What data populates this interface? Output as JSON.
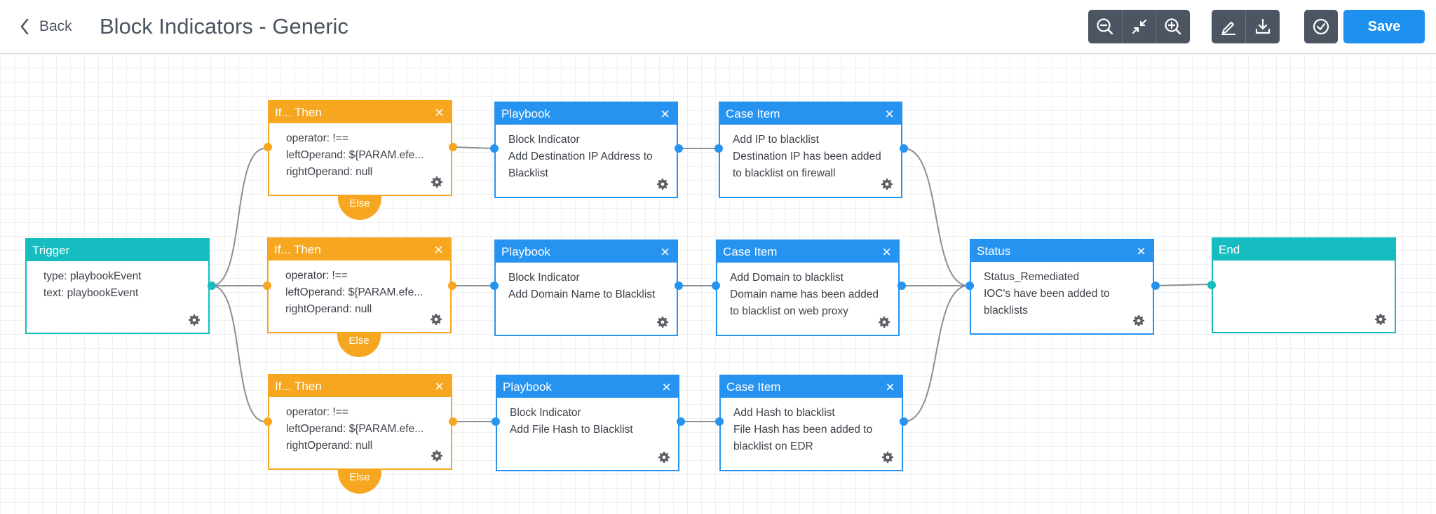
{
  "header": {
    "back_label": "Back",
    "title": "Block Indicators - Generic",
    "save_label": "Save",
    "toolbar_icons": [
      "zoom-out-icon",
      "fit-screen-icon",
      "zoom-in-icon",
      "edit-icon",
      "download-icon",
      "check-circle-icon"
    ]
  },
  "colors": {
    "trigger": "#15bcc0",
    "condition": "#f7a620",
    "action": "#2793f0",
    "toolbar": "#4d5563",
    "save": "#1e90f0"
  },
  "nodes": {
    "trigger": {
      "title": "Trigger",
      "lines": [
        "type: playbookEvent",
        "text: playbookEvent"
      ]
    },
    "if1": {
      "title": "If... Then",
      "else_label": "Else",
      "lines": [
        "operator: !==",
        "leftOperand: ${PARAM.efe...",
        "rightOperand: null"
      ]
    },
    "if2": {
      "title": "If... Then",
      "else_label": "Else",
      "lines": [
        "operator: !==",
        "leftOperand: ${PARAM.efe...",
        "rightOperand: null"
      ]
    },
    "if3": {
      "title": "If... Then",
      "else_label": "Else",
      "lines": [
        "operator: !==",
        "leftOperand: ${PARAM.efe...",
        "rightOperand: null"
      ]
    },
    "pb1": {
      "title": "Playbook",
      "lines": [
        "Block Indicator",
        "Add Destination IP Address to",
        "Blacklist"
      ]
    },
    "pb2": {
      "title": "Playbook",
      "lines": [
        "Block Indicator",
        "Add Domain Name to Blacklist"
      ]
    },
    "pb3": {
      "title": "Playbook",
      "lines": [
        "Block Indicator",
        "Add File Hash to Blacklist"
      ]
    },
    "ci1": {
      "title": "Case Item",
      "lines": [
        "Add IP to blacklist",
        "Destination IP has been added",
        "to blacklist on firewall"
      ]
    },
    "ci2": {
      "title": "Case Item",
      "lines": [
        "Add Domain to blacklist",
        "Domain name has been added",
        "to blacklist on web proxy"
      ]
    },
    "ci3": {
      "title": "Case Item",
      "lines": [
        "Add Hash to blacklist",
        "File Hash has been added to",
        "blacklist on EDR"
      ]
    },
    "status": {
      "title": "Status",
      "lines": [
        "Status_Remediated",
        "IOC's have been added to",
        "blacklists"
      ]
    },
    "end": {
      "title": "End",
      "lines": []
    }
  }
}
